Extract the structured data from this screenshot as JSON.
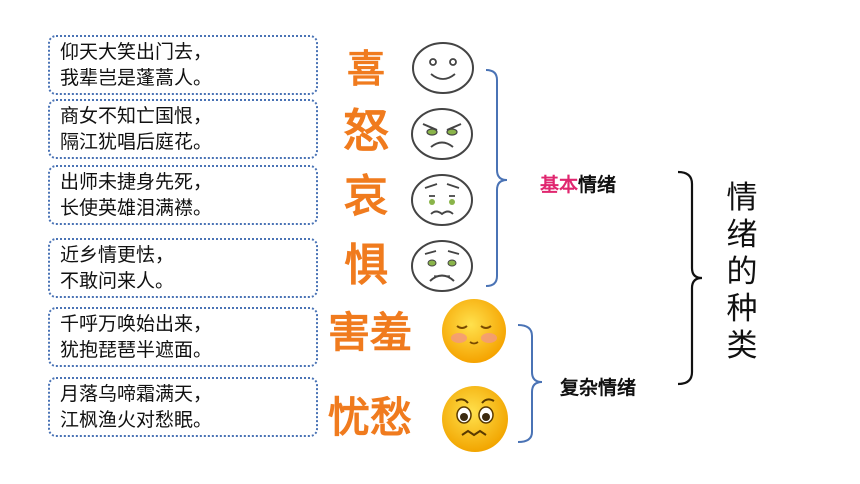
{
  "poems": [
    {
      "line1": "仰天大笑出门去，",
      "line2": "我辈岂是蓬蒿人。",
      "emotion": "喜"
    },
    {
      "line1": "商女不知亡国恨，",
      "line2": "隔江犹唱后庭花。",
      "emotion": "怒"
    },
    {
      "line1": "出师未捷身先死，",
      "line2": "长使英雄泪满襟。",
      "emotion": "哀"
    },
    {
      "line1": "近乡情更怯，",
      "line2": "不敢问来人。",
      "emotion": "惧"
    },
    {
      "line1": "千呼万唤始出来，",
      "line2": "犹抱琵琶半遮面。",
      "emotion": "害羞"
    },
    {
      "line1": "月落乌啼霜满天，",
      "line2": "江枫渔火对愁眠。",
      "emotion": "忧愁"
    }
  ],
  "basic_label": {
    "part1": "基本",
    "part2": "情绪"
  },
  "complex_label": "复杂情绪",
  "title_chars": [
    "情",
    "绪",
    "的",
    "种",
    "类"
  ],
  "colors": {
    "emotion": "#f07b1e",
    "basic_highlight": "#e0266f",
    "border": "#4a73b5",
    "bracket": "#4a73b5"
  },
  "icons": [
    "smiley-face-icon",
    "angry-face-icon",
    "sad-face-icon",
    "fearful-face-icon",
    "blushing-emoji-icon",
    "worried-emoji-icon"
  ]
}
